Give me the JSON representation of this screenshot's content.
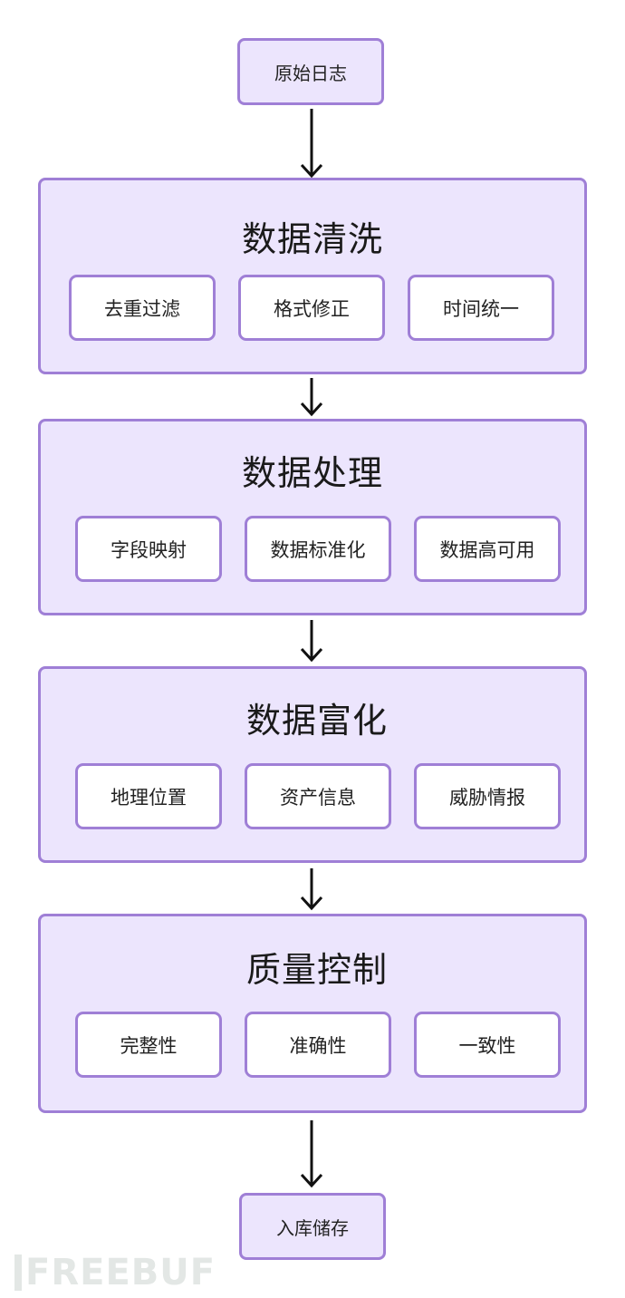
{
  "start": "原始日志",
  "end": "入库储存",
  "groups": [
    {
      "title": "数据清洗",
      "items": [
        "去重过滤",
        "格式修正",
        "时间统一"
      ]
    },
    {
      "title": "数据处理",
      "items": [
        "字段映射",
        "数据标准化",
        "数据高可用"
      ]
    },
    {
      "title": "数据富化",
      "items": [
        "地理位置",
        "资产信息",
        "威胁情报"
      ]
    },
    {
      "title": "质量控制",
      "items": [
        "完整性",
        "准确性",
        "一致性"
      ]
    }
  ],
  "watermark": "FREEBUF",
  "colors": {
    "fill": "#ECE5FD",
    "border": "#9F7FD6",
    "item_fill": "#FFFFFF",
    "arrow": "#111111"
  }
}
